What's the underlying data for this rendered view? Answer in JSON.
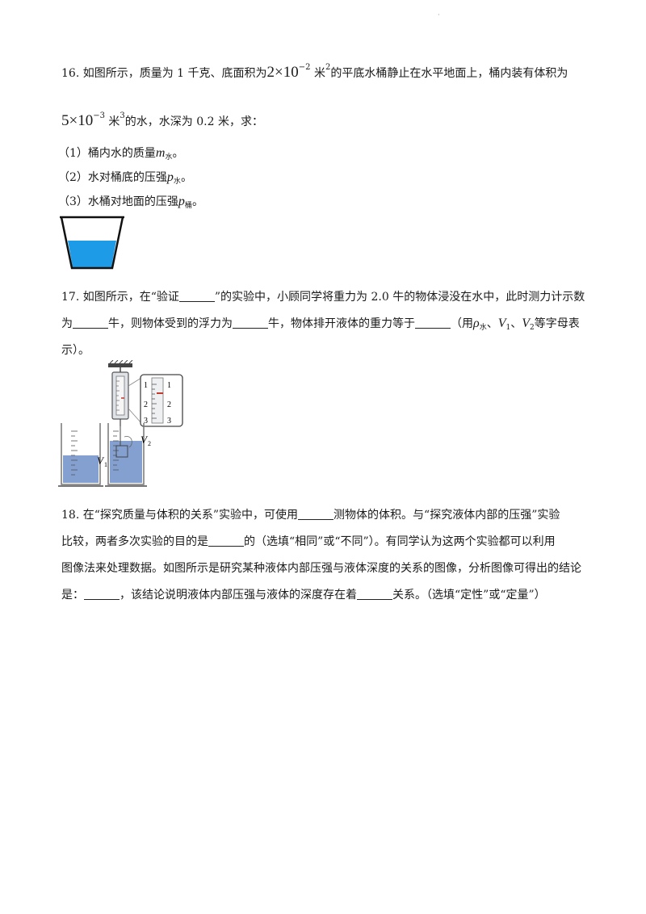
{
  "q16": {
    "number": "16.",
    "intro_a": "如图所示，质量为 1 千克、底面积为",
    "area_mantissa": "2×10",
    "area_exp": "−2",
    "unit_m": "米",
    "sq": "2",
    "intro_b": "的平底水桶静止在水平地面上，桶内装有体积为",
    "vol_mantissa": "5×10",
    "vol_exp": "−3",
    "cube": "3",
    "intro_c": "的水，水深为 0.2 米，求：",
    "p1": "（1）桶内水的质量",
    "p1_sym": "m",
    "p1_sub": "水",
    "p2": "（2）水对桶底的压强",
    "p2_sym": "p",
    "p2_sub": "水",
    "p3": "（3）水桶对地面的压强",
    "p3_sym": "p",
    "p3_sub": "桶",
    "end": "。"
  },
  "q17": {
    "number": "17.",
    "l1a": "如图所示，在“验证",
    "l1b": "”的实验中，小顾同学将重力为 2.0 牛的物体浸没在水中，此时测力计示数",
    "l2a": "为",
    "l2b": "牛，则物体受到的浮力为",
    "l2c": "牛，物体排开液体的重力等于",
    "l2d": "（用",
    "rho": "ρ",
    "rho_sub": "水",
    "sep": "、",
    "v": "V",
    "v1_sub": "1",
    "v2_sub": "2",
    "l2e": "等字母表",
    "l3": "示）。",
    "fig_ticks": [
      "1",
      "2",
      "3"
    ],
    "fig_v1": "V",
    "fig_v1_sub": "1",
    "fig_v2": "V",
    "fig_v2_sub": "2"
  },
  "q18": {
    "number": "18.",
    "l1a": "在“探究质量与体积的关系”实验中，可使用",
    "l1b": "测物体的体积。与“探究液体内部的压强”实验",
    "l2a": "比较，两者多次实验的目的是",
    "l2b": "的（选填“相同”或“不同”）。有同学认为这两个实验都可以利用",
    "l3": "图像法来处理数据。如图所示是研究某种液体内部压强与液体深度的关系的图像，分析图像可得出的结论",
    "l4a": "是：",
    "l4b": "，该结论说明液体内部压强与液体的深度存在着",
    "l4c": "关系。（选填“定性”或“定量”）"
  },
  "colors": {
    "water": "#1e9be6",
    "cylinder_water": "#6e8fc9"
  }
}
